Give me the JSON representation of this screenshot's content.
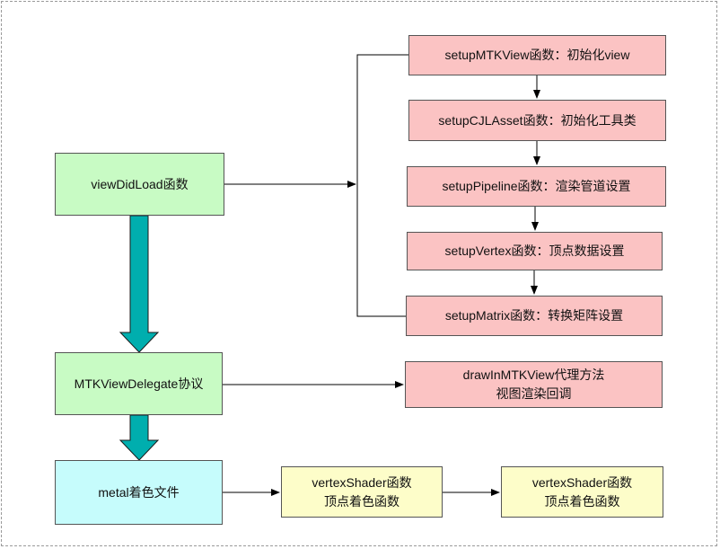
{
  "view_did_load": {
    "label": "viewDidLoad函数"
  },
  "mtk_delegate": {
    "label": "MTKViewDelegate协议"
  },
  "metal_file": {
    "label": "metal着色文件"
  },
  "setup_steps": [
    {
      "label": "setupMTKView函数：初始化view"
    },
    {
      "label": "setupCJLAsset函数：初始化工具类"
    },
    {
      "label": "setupPipeline函数：渲染管道设置"
    },
    {
      "label": "setupVertex函数：顶点数据设置"
    },
    {
      "label": "setupMatrix函数：转换矩阵设置"
    }
  ],
  "draw_in_view": {
    "line1": "drawInMTKView代理方法",
    "line2": "视图渲染回调"
  },
  "shader_boxes": [
    {
      "line1": "vertexShader函数",
      "line2": "顶点着色函数"
    },
    {
      "line1": "vertexShader函数",
      "line2": "顶点着色函数"
    }
  ],
  "colors": {
    "green": "#c8fbc4",
    "red": "#fbc3c3",
    "cyan": "#c6fcfc",
    "yellow": "#fdfdc9",
    "teal_arrow": "#00aeae"
  }
}
